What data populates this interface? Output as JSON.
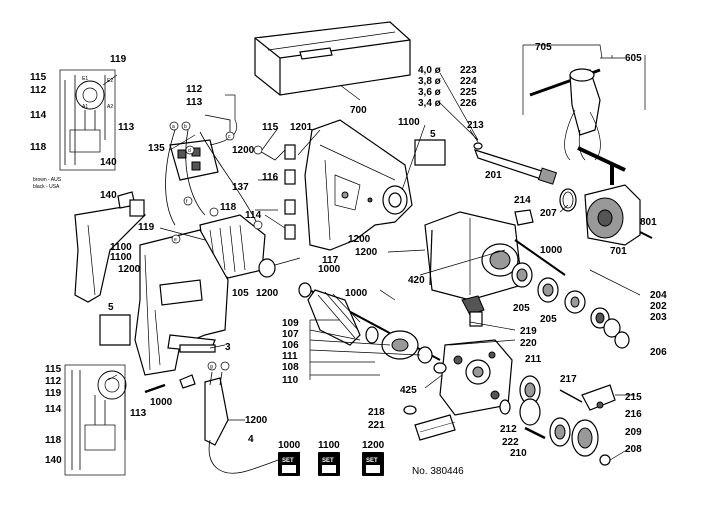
{
  "diagram": {
    "drawing_number": "No. 380446",
    "wiring_legend": [
      "brown - AUS",
      "black - USA"
    ],
    "schematic_terminals": [
      "E1",
      "E2",
      "A1",
      "A2"
    ],
    "set_boxes": [
      {
        "number": "1000",
        "label": "SET"
      },
      {
        "number": "1100",
        "label": "SET"
      },
      {
        "number": "1200",
        "label": "SET"
      }
    ],
    "bit_sizes": [
      {
        "size": "4,0 ø",
        "part": "223"
      },
      {
        "size": "3,8 ø",
        "part": "224"
      },
      {
        "size": "3,6 ø",
        "part": "225"
      },
      {
        "size": "3,4 ø",
        "part": "226"
      }
    ],
    "callouts": {
      "c705": "705",
      "c605": "605",
      "c700": "700",
      "c1100a": "1100",
      "c5a": "5",
      "c213": "213",
      "c201": "201",
      "c214": "214",
      "c207": "207",
      "c801": "801",
      "c701": "701",
      "c1000a": "1000",
      "c1200a": "1200",
      "c420": "420",
      "c204": "204",
      "c205a": "205",
      "c205b": "205",
      "c202": "202",
      "c203": "203",
      "c206": "206",
      "c1000b": "1000",
      "c219": "219",
      "c220": "220",
      "c211": "211",
      "c217": "217",
      "c215": "215",
      "c216": "216",
      "c212": "212",
      "c222": "222",
      "c209": "209",
      "c210": "210",
      "c208": "208",
      "c218": "218",
      "c221": "221",
      "c425": "425",
      "c109": "109",
      "c107": "107",
      "c106": "106",
      "c111": "111",
      "c108": "108",
      "c110": "110",
      "c1200b": "1200",
      "c105": "105",
      "c1000c": "1000",
      "c117": "117",
      "c114a": "114",
      "c116": "116",
      "c115a": "115",
      "c1201": "1201",
      "c1200c": "1200",
      "c112a": "112",
      "c113a": "113",
      "c135": "135",
      "c137": "137",
      "c1200d": "1200",
      "c118a": "118",
      "c119a": "119",
      "c140a": "140",
      "c1100b": "1100",
      "c1100c": "1100",
      "c1200e": "1200",
      "c5b": "5",
      "c3": "3",
      "c115b": "115",
      "c112b": "112",
      "c114b": "114",
      "c113b": "113",
      "c118b": "118",
      "c140b": "140",
      "c119b": "119",
      "c115c": "115",
      "c112c": "112",
      "c119c": "119",
      "c114c": "114",
      "c113c": "113",
      "c118c": "118",
      "c140c": "140",
      "c1000d": "1000",
      "c1200f": "1200",
      "c4": "4"
    },
    "connector_letters": [
      "a",
      "b",
      "c",
      "d",
      "e",
      "f",
      "g"
    ]
  }
}
